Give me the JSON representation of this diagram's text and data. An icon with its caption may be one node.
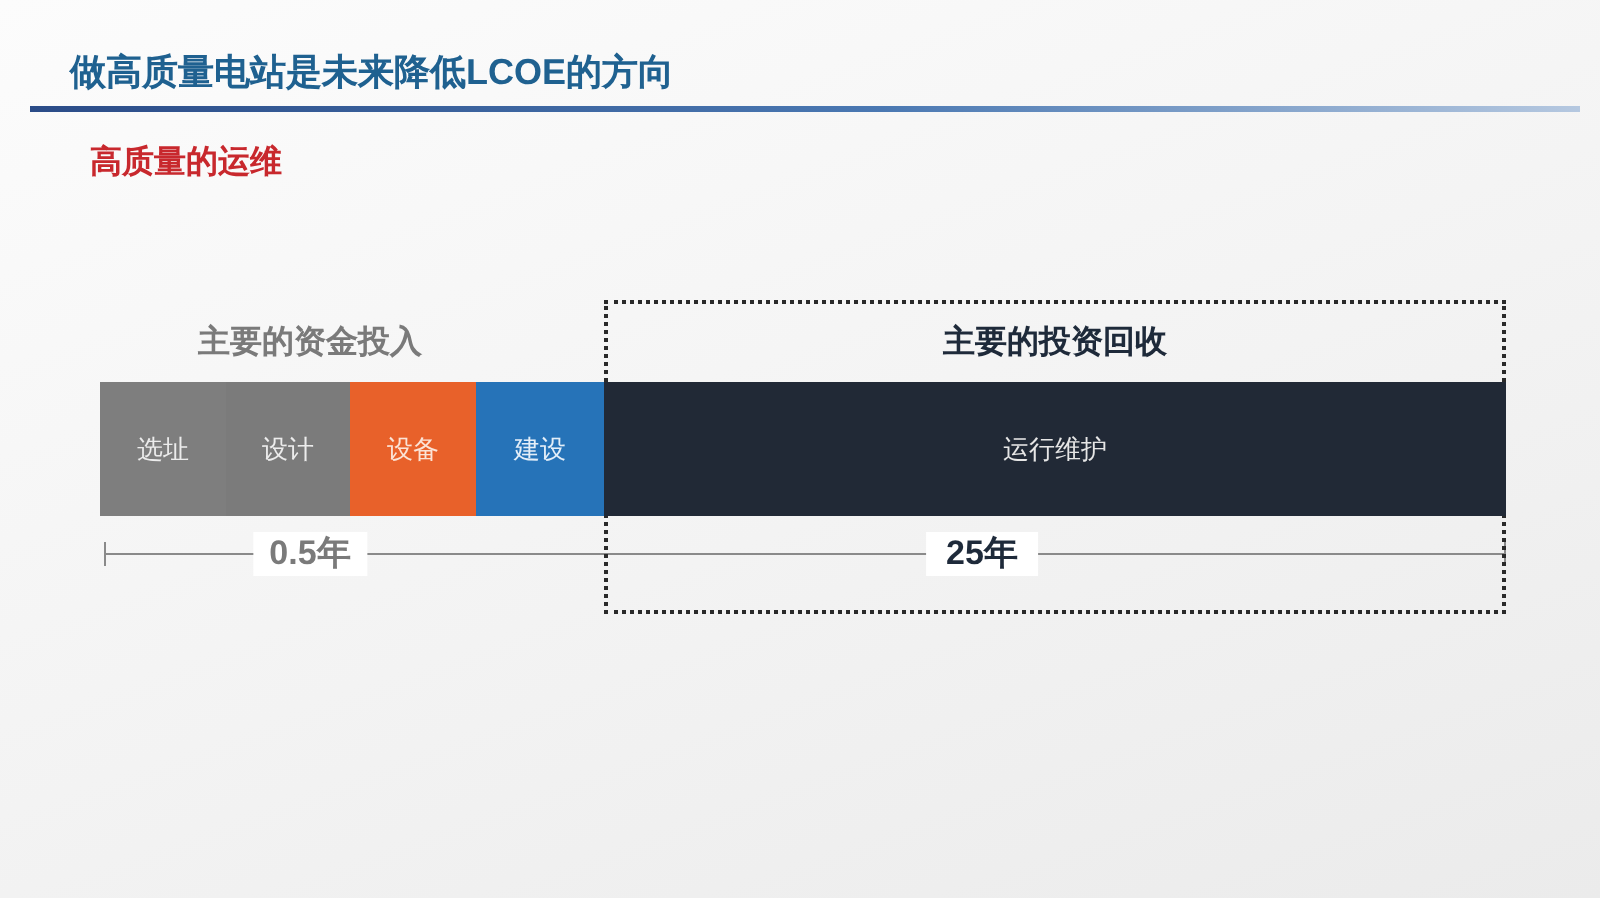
{
  "diagram": {
    "title": "做高质量电站是未来降低LCOE的方向",
    "nodes": [
      {
        "text": [
          "选址"
        ]
      },
      {
        "text": [
          "设计"
        ]
      },
      {
        "text": [
          "设备"
        ]
      },
      {
        "text": [
          "建设"
        ]
      },
      {
        "text": [
          "主要的投资回收"
        ]
      },
      {
        "text": [
          "运行维护"
        ],
        "in": 4
      }
    ],
    "labels": [
      "高质量的运维",
      "主要的资金投入",
      "0.5年",
      "25年"
    ]
  }
}
